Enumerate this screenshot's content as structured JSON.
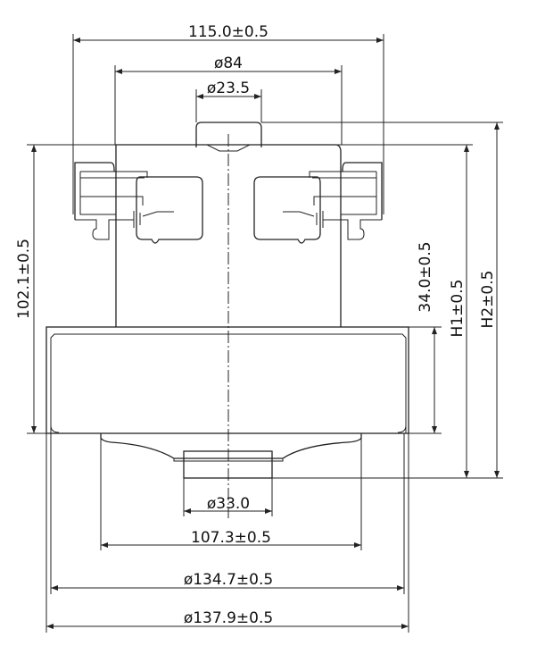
{
  "drawing": {
    "dimensions": {
      "overall_width": "115.0±0.5",
      "body_diameter": "ø84",
      "shaft_diameter": "ø23.5",
      "total_height_left": "102.1±0.5",
      "housing_height": "34.0±0.5",
      "h1": "H1±0.5",
      "h2": "H2±0.5",
      "inlet_diameter": "ø33.0",
      "skirt_width": "107.3±0.5",
      "housing_inner_diameter": "ø134.7±0.5",
      "housing_outer_diameter": "ø137.9±0.5"
    }
  }
}
